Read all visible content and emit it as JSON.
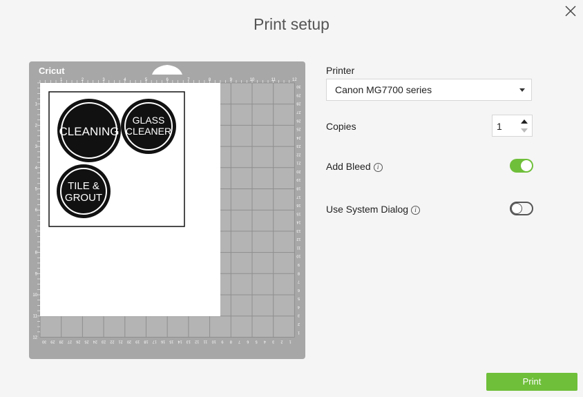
{
  "dialog": {
    "title": "Print setup"
  },
  "mat": {
    "brand": "Cricut",
    "top_ticks": [
      "1",
      "2",
      "3",
      "4",
      "5",
      "6",
      "7",
      "8",
      "9",
      "10",
      "11",
      "12"
    ],
    "left_ticks": [
      "1",
      "2",
      "3",
      "4",
      "5",
      "6",
      "7",
      "8",
      "9",
      "10",
      "11",
      "12"
    ],
    "bottom_ticks": [
      "30",
      "29",
      "28",
      "27",
      "26",
      "25",
      "24",
      "23",
      "22",
      "21",
      "20",
      "19",
      "18",
      "17",
      "16",
      "15",
      "14",
      "13",
      "12",
      "11",
      "10",
      "9",
      "8",
      "7",
      "6",
      "5",
      "4",
      "3",
      "2",
      "1"
    ],
    "right_ticks": [
      "30",
      "29",
      "28",
      "27",
      "26",
      "25",
      "24",
      "23",
      "22",
      "21",
      "20",
      "19",
      "18",
      "17",
      "16",
      "15",
      "14",
      "13",
      "12",
      "11",
      "10",
      "9",
      "8",
      "7",
      "6",
      "5",
      "4",
      "3",
      "2",
      "1"
    ]
  },
  "labels": [
    {
      "lines": [
        "CLEANING"
      ]
    },
    {
      "lines": [
        "GLASS",
        "CLEANER"
      ]
    },
    {
      "lines": [
        "TILE &",
        "GROUT"
      ]
    }
  ],
  "printer": {
    "label": "Printer",
    "value": "Canon MG7700 series"
  },
  "copies": {
    "label": "Copies",
    "value": "1"
  },
  "add_bleed": {
    "label": "Add Bleed",
    "info": "i",
    "enabled": true
  },
  "system_dialog": {
    "label": "Use System Dialog",
    "info": "i",
    "enabled": false
  },
  "actions": {
    "print_label": "Print"
  },
  "colors": {
    "accent": "#6fbf3a",
    "mat": "#a7a7a7"
  }
}
